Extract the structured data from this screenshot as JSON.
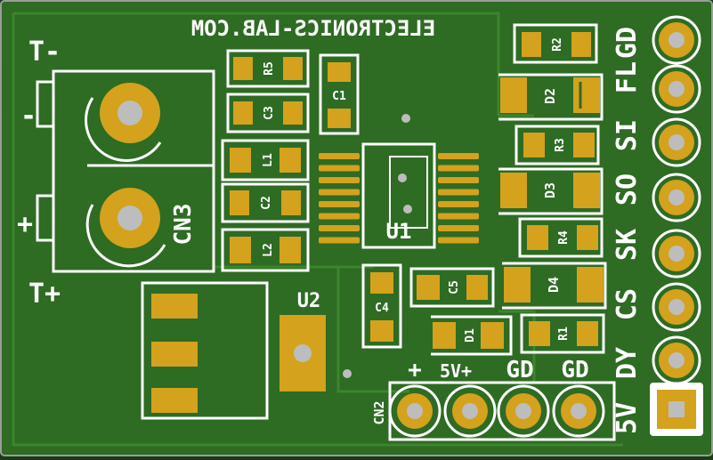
{
  "colors": {
    "board": "#2e6b23",
    "edge": "#9c9c9c",
    "copper": "#d4a21c",
    "silk": "#ffffff",
    "drill": "#bdbdbd"
  },
  "brand": "ELECTRONICS-LAB.COM",
  "parts": {
    "cn3": "CN3",
    "u1": "U1",
    "u2": "U2",
    "cn2": "CN2",
    "r5": "R5",
    "c3": "C3",
    "l1": "L1",
    "c2": "C2",
    "l2": "L2",
    "c1": "C1",
    "c4": "C4",
    "c5": "C5",
    "d1": "D1",
    "r1": "R1",
    "r2": "R2",
    "r3": "R3",
    "r4": "R4",
    "d2": "D2",
    "d3": "D3",
    "d4": "D4"
  },
  "terminal": {
    "top": "T-",
    "minus": "-",
    "plus": "+",
    "bottom": "T+"
  },
  "right_header": [
    "GD",
    "FL",
    "SI",
    "SO",
    "SK",
    "CS",
    "DY",
    "5V"
  ],
  "bottom_header": [
    "+",
    "5V+",
    "GD",
    "GD"
  ]
}
